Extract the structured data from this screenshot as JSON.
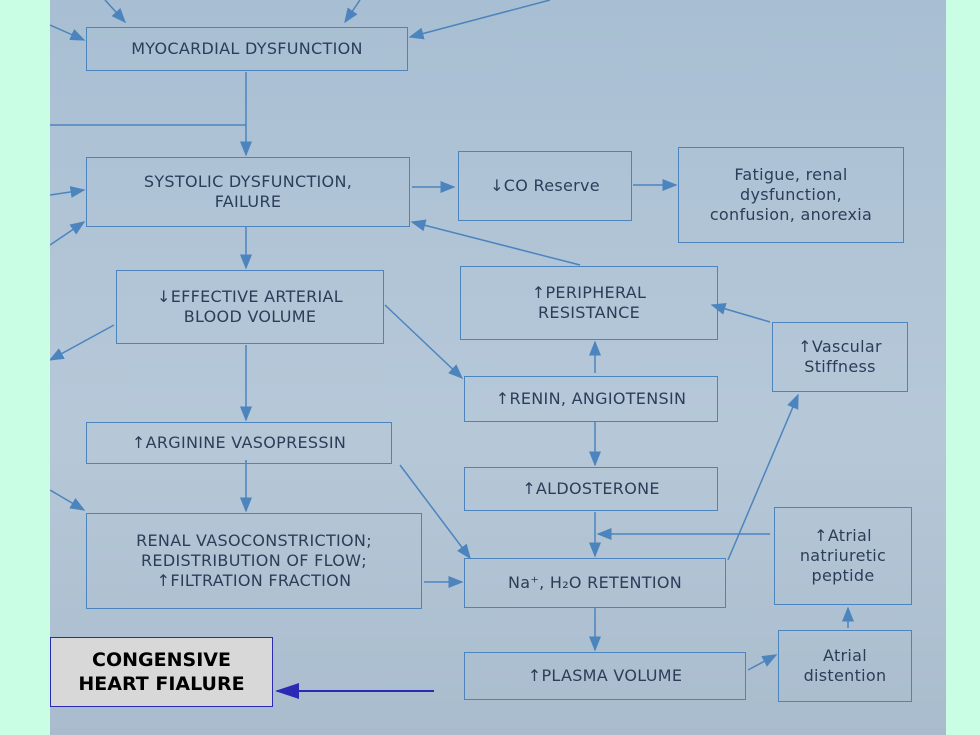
{
  "boxes": {
    "myocardial": "MYOCARDIAL DYSFUNCTION",
    "systolic_1": "SYSTOLIC DYSFUNCTION,",
    "systolic_2": "FAILURE",
    "co_reserve": "↓CO Reserve",
    "fatigue_1": "Fatigue, renal",
    "fatigue_2": "dysfunction,",
    "fatigue_3": "confusion, anorexia",
    "effective_1": "↓EFFECTIVE ARTERIAL",
    "effective_2": "BLOOD VOLUME",
    "peripheral_1": "↑PERIPHERAL",
    "peripheral_2": "RESISTANCE",
    "vascular_1": "↑Vascular",
    "vascular_2": "Stiffness",
    "renin": "↑RENIN, ANGIOTENSIN",
    "arginine": "↑ARGININE VASOPRESSIN",
    "aldosterone": "↑ALDOSTERONE",
    "renal_1": "RENAL VASOCONSTRICTION;",
    "renal_2": "REDISTRIBUTION OF FLOW;",
    "renal_3": "↑FILTRATION FRACTION",
    "na_retention": "Na⁺, H₂O RETENTION",
    "anp_1": "↑Atrial",
    "anp_2": "natriuretic",
    "anp_3": "peptide",
    "plasma": "↑PLASMA VOLUME",
    "atrial_1": "Atrial",
    "atrial_2": "distention"
  },
  "label": {
    "line1": "CONGENSIVE",
    "line2": "HEART FIALURE"
  },
  "colors": {
    "background": "#c9fde4",
    "photo": "#b0c4d6",
    "box_border": "#4c84be",
    "text": "#2b3e58",
    "label_bg": "#d8d8d8",
    "label_border": "#2a2ab4"
  }
}
